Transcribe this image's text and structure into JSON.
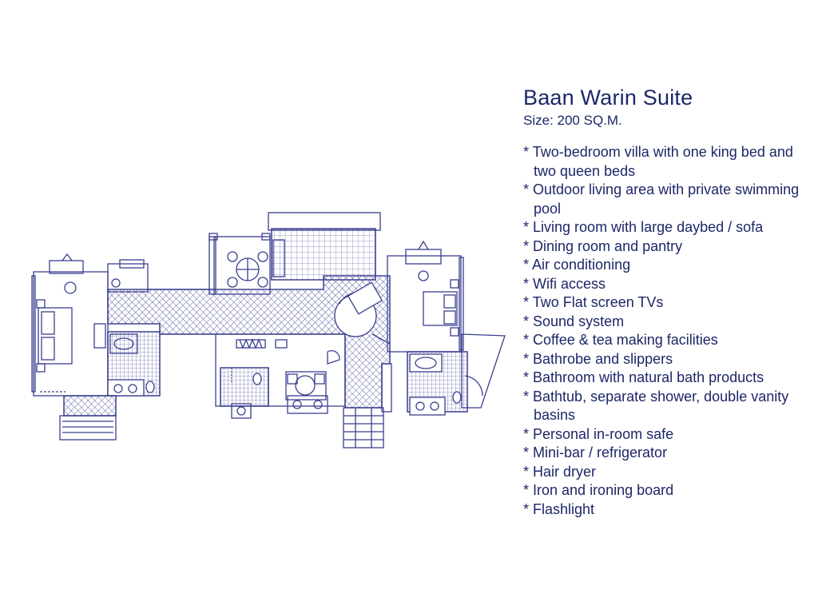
{
  "suite": {
    "title": "Baan Warin Suite",
    "size": "Size: 200 SQ.M."
  },
  "amenities": [
    "Two-bedroom villa with one king bed and two queen beds",
    "Outdoor living area with private swimming pool",
    "Living room with large daybed / sofa",
    "Dining room and pantry",
    "Air conditioning",
    "Wifi access",
    "Two Flat screen TVs",
    "Sound system",
    "Coffee & tea making facilities",
    "Bathrobe and slippers",
    "Bathroom with natural bath products",
    "Bathtub, separate shower, double vanity basins",
    "Personal in-room safe",
    "Mini-bar / refrigerator",
    "Hair dryer",
    "Iron and ironing board",
    "Flashlight"
  ],
  "colors": {
    "ink": "#1d2767",
    "line": "#3a3f8f",
    "background": "#ffffff"
  }
}
